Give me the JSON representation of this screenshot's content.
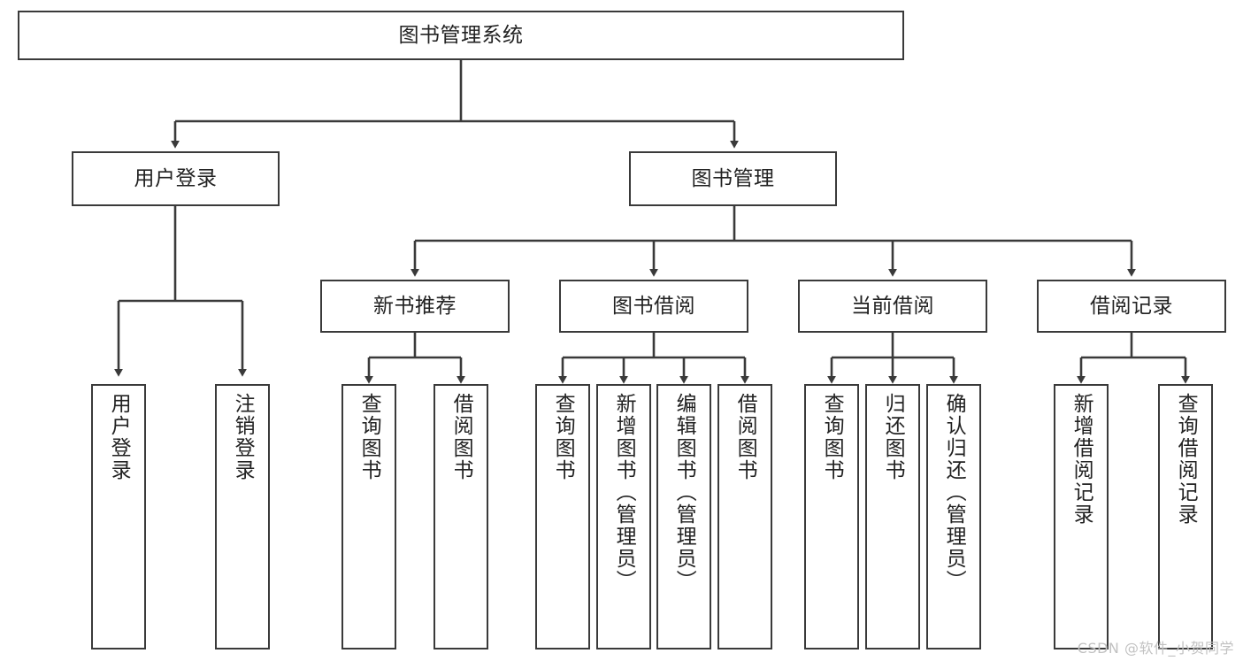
{
  "diagram": {
    "title": "图书管理系统",
    "type": "hierarchy-tree",
    "colors": {
      "box_border": "#3a3a3a",
      "box_fill": "#ffffff",
      "link": "#3a3a3a",
      "text": "#222222",
      "watermark": "#c2c2c2",
      "background": "#ffffff"
    },
    "levels": 4
  },
  "nodes": {
    "root": {
      "label": "图书管理系统"
    },
    "level2": [
      {
        "id": "user-login",
        "label": "用户登录"
      },
      {
        "id": "book-manage",
        "label": "图书管理"
      }
    ],
    "level3": [
      {
        "id": "new-book-recommend",
        "label": "新书推荐"
      },
      {
        "id": "book-borrow",
        "label": "图书借阅"
      },
      {
        "id": "current-borrow",
        "label": "当前借阅"
      },
      {
        "id": "borrow-record",
        "label": "借阅记录"
      }
    ],
    "leaves": {
      "user_login": [
        {
          "id": "leaf-user-login",
          "label": "用户登录"
        },
        {
          "id": "leaf-logout-login",
          "label": "注销登录"
        }
      ],
      "new_book_recommend": [
        {
          "id": "leaf-query-book-1",
          "label": "查询图书"
        },
        {
          "id": "leaf-borrow-book-1",
          "label": "借阅图书"
        }
      ],
      "book_borrow": [
        {
          "id": "leaf-query-book-2",
          "label": "查询图书"
        },
        {
          "id": "leaf-add-book",
          "label": "新增图书（管理员）"
        },
        {
          "id": "leaf-edit-book",
          "label": "编辑图书（管理员）"
        },
        {
          "id": "leaf-borrow-book-2",
          "label": "借阅图书"
        }
      ],
      "current_borrow": [
        {
          "id": "leaf-query-book-3",
          "label": "查询图书"
        },
        {
          "id": "leaf-return-book",
          "label": "归还图书"
        },
        {
          "id": "leaf-confirm-return",
          "label": "确认归还（管理员）"
        }
      ],
      "borrow_record": [
        {
          "id": "leaf-add-record",
          "label": "新增借阅记录"
        },
        {
          "id": "leaf-query-record",
          "label": "查询借阅记录"
        }
      ]
    }
  },
  "watermark": {
    "text": "CSDN @软件_小贺同学"
  }
}
